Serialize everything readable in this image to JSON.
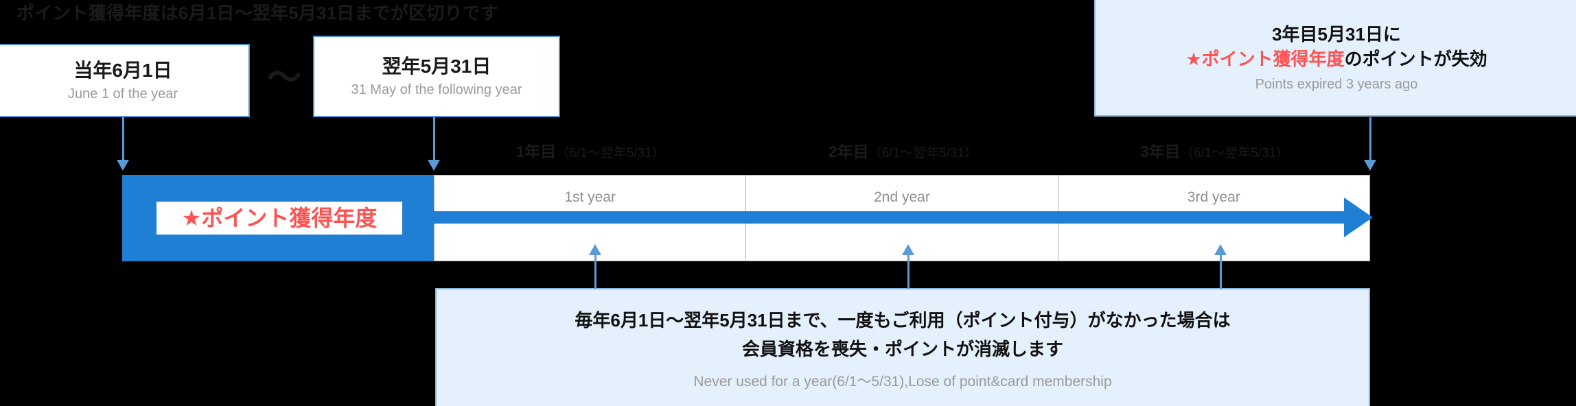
{
  "headline": "ポイント獲得年度は6月1日〜翌年5月31日までが区切りです",
  "separator": "〜",
  "cards": [
    {
      "jp": "当年6月1日",
      "en": "June 1 of the year"
    },
    {
      "jp": "翌年5月31日",
      "en": "31 May of the following year"
    }
  ],
  "callout_expiry": {
    "line1": "3年目5月31日に",
    "line2_highlight": "★ポイント獲得年度",
    "line2_rest": "のポイントが失効",
    "en": "Points expired 3 years ago"
  },
  "timeline": {
    "acquire_label": "★ポイント獲得年度",
    "years": [
      {
        "jp_title": "1年目",
        "jp_range": "（6/1〜翌年5/31）",
        "en": "1st year"
      },
      {
        "jp_title": "2年目",
        "jp_range": "（6/1〜翌年5/31）",
        "en": "2nd year"
      },
      {
        "jp_title": "3年目",
        "jp_range": "（6/1〜翌年5/31）",
        "en": "3rd year"
      }
    ]
  },
  "callout_lapse": {
    "line1": "毎年6月1日〜翌年5月31日まで、一度もご利用（ポイント付与）がなかった場合は",
    "line2": "会員資格を喪失・ポイントが消滅します",
    "en": "Never used for a year(6/1〜5/31),Lose of point&card membership"
  },
  "colors": {
    "background": "#000000",
    "accent_blue": "#1e7fd4",
    "light_blue_fill": "#e4f0fb",
    "light_blue_border": "#8ab8e0",
    "connector_blue": "#5b9bd5",
    "highlight_red": "#ff5252",
    "muted_text": "#9a9a9a",
    "card_border": "#4a90d9",
    "grid_line": "#b4b4b4"
  }
}
